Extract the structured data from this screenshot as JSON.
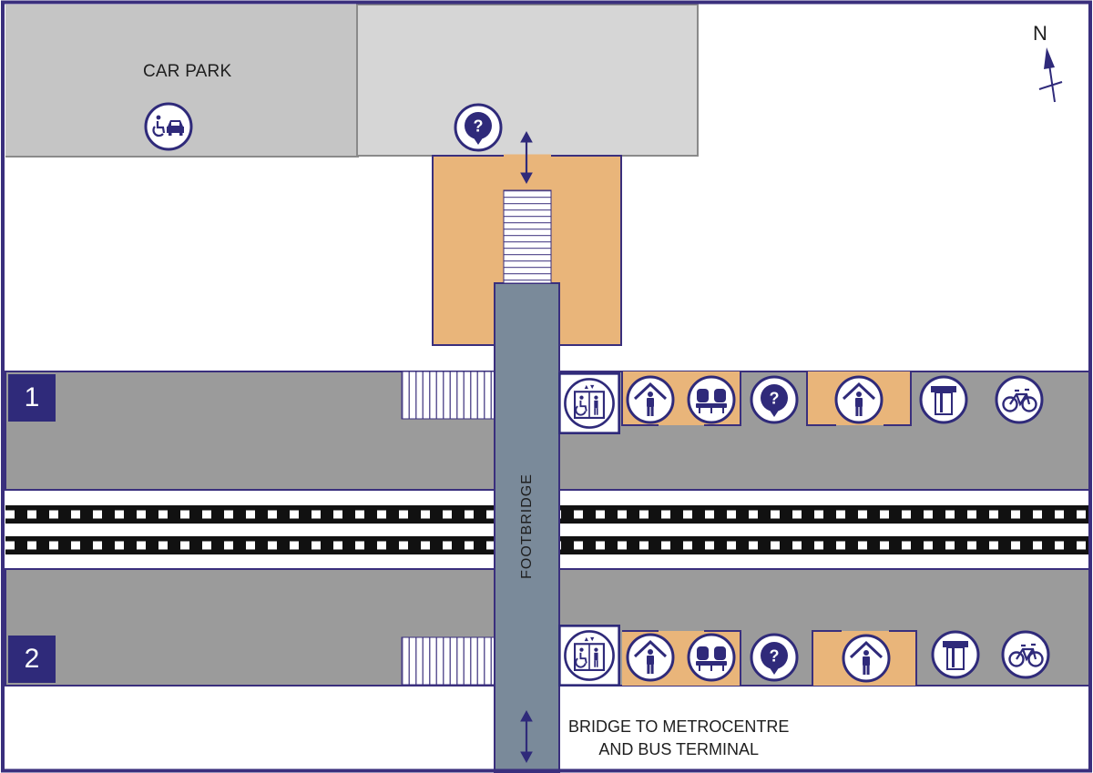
{
  "labels": {
    "car_park": "CAR PARK",
    "footbridge": "FOOTBRIDGE",
    "bridge_line1": "BRIDGE TO METROCENTRE",
    "bridge_line2": "AND BUS TERMINAL",
    "north": "N"
  },
  "platforms": [
    {
      "number": "1"
    },
    {
      "number": "2"
    }
  ],
  "icons": {
    "car_park": [
      "accessible-parking-icon"
    ],
    "entrance": [
      "information-point-icon"
    ],
    "platform_1": [
      "lift-icon",
      "shelter-icon",
      "seating-icon",
      "information-point-icon",
      "shelter-icon",
      "ticket-machine-icon",
      "cycle-parking-icon"
    ],
    "platform_2": [
      "lift-icon",
      "shelter-icon",
      "seating-icon",
      "information-point-icon",
      "shelter-icon",
      "ticket-machine-icon",
      "cycle-parking-icon"
    ]
  },
  "colors": {
    "border": "#3a2f7d",
    "accent": "#2f2a7a",
    "platform": "#9b9b9b",
    "car_park": "#c5c5c5",
    "forecourt": "#d6d6d6",
    "building": "#e9b57a",
    "footbridge": "#7a8a9a"
  }
}
